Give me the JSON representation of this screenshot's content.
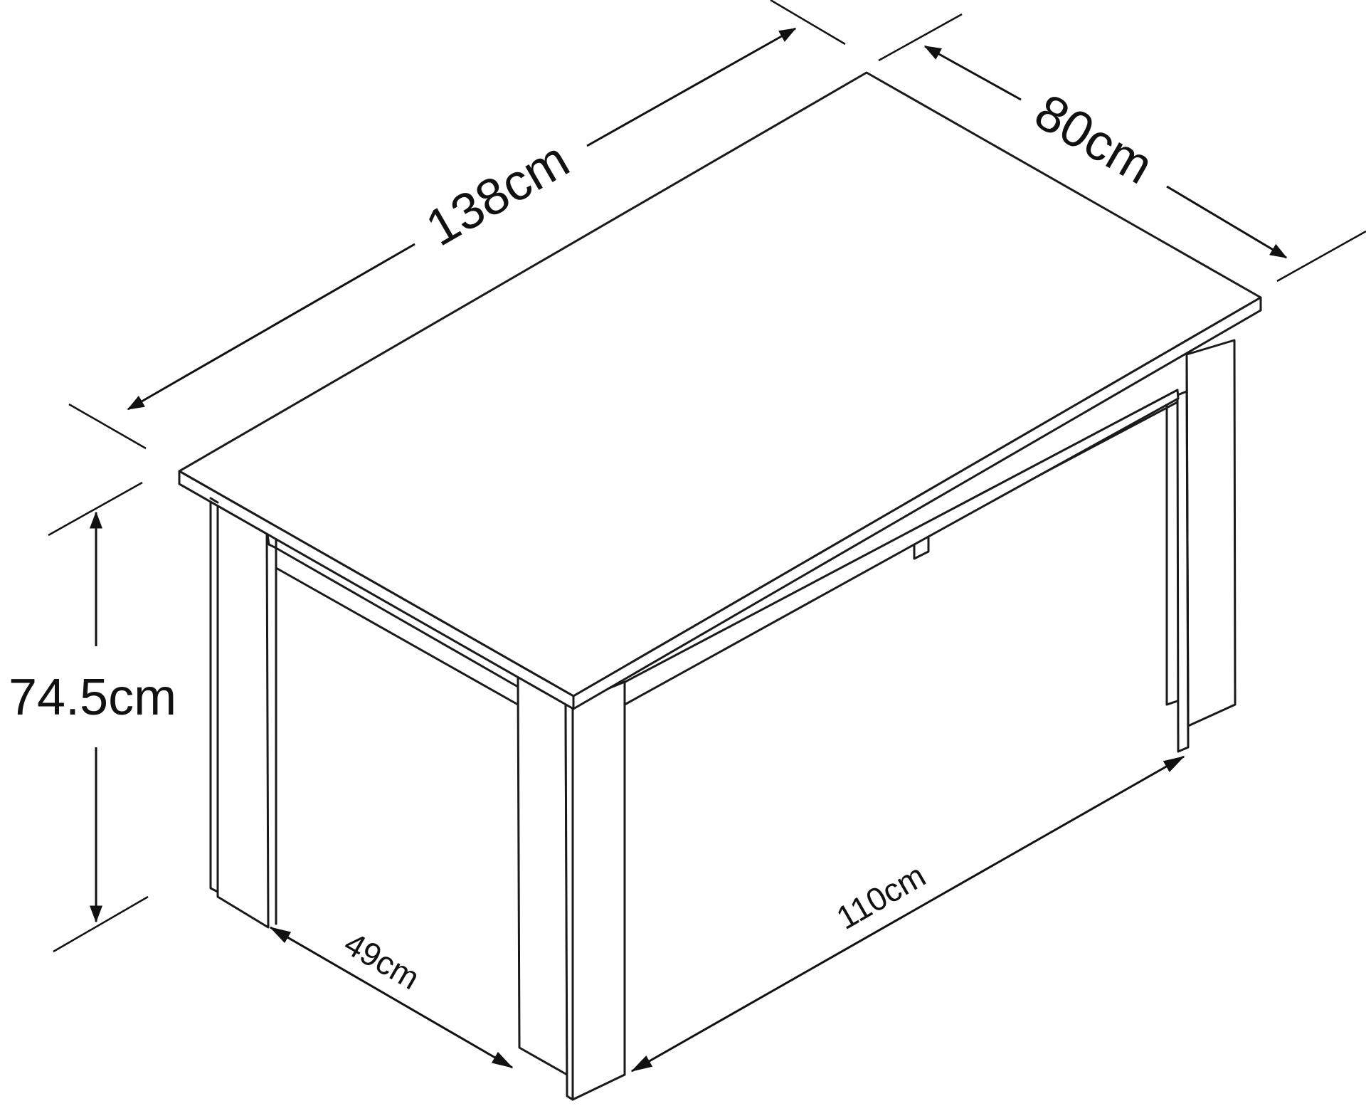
{
  "dimensions": {
    "length": "138cm",
    "width": "80cm",
    "height": "74.5cm",
    "leg_span_width": "49cm",
    "leg_span_length": "110cm"
  },
  "colors": {
    "line": "#1a1a1a",
    "background": "#ffffff"
  }
}
